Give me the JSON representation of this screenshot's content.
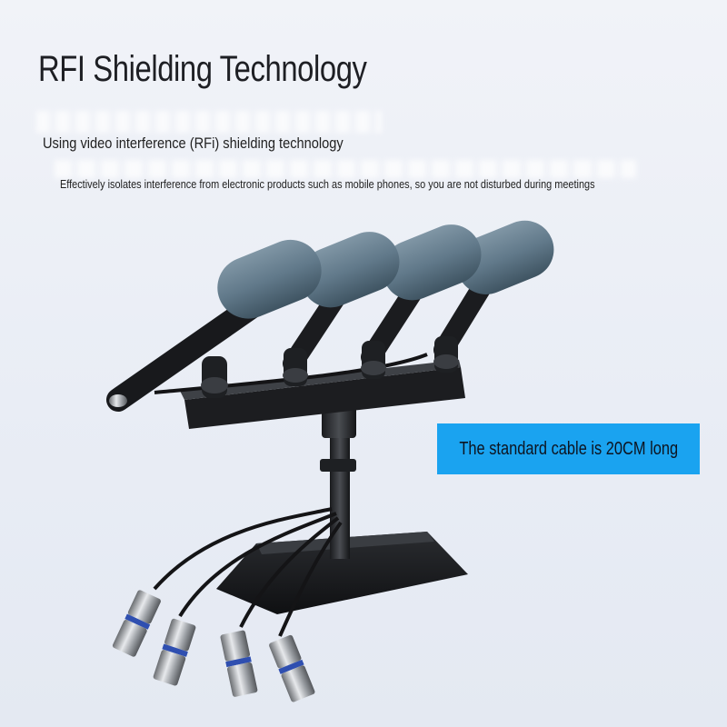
{
  "heading": "RFI Shielding Technology",
  "subheading": "Using video interference (RFi) shielding technology",
  "description": "Effectively isolates interference from electronic products such as mobile phones, so you are not disturbed during meetings",
  "callout": "The standard cable is 20CM long",
  "colors": {
    "callout_background": "#1aa3f0",
    "foam": "#5e7585",
    "connector_ring": "#2f4fb0"
  },
  "product": {
    "microphone_count": 4,
    "xlr_connector_count": 4,
    "icon": "microphone-stand-product-photo"
  }
}
